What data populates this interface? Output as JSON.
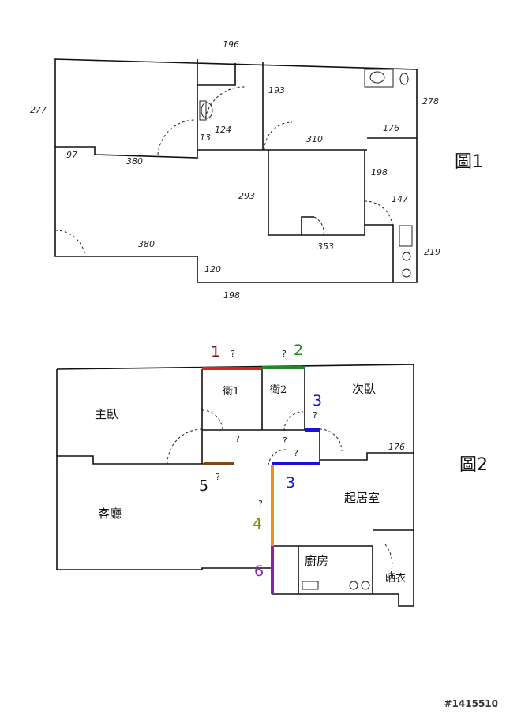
{
  "figure1": {
    "caption": "圖1",
    "dimensions": {
      "top_bath": "196",
      "left": "277",
      "right": "278",
      "bath_inner": "193",
      "bath_small": "13",
      "bath_width": "124",
      "lr_top": "380",
      "lr_notch": "97",
      "center_top": "310",
      "center_height": "293",
      "center_bottom": "353",
      "bottom": "380",
      "bottom_right": "198",
      "small_height": "120",
      "right_top": "176",
      "right_mid": "198",
      "right_lower": "147",
      "right_bottom": "219"
    }
  },
  "figure2": {
    "caption": "圖2",
    "rooms": {
      "master": "主臥",
      "bath1": "衛1",
      "bath2": "衛2",
      "second": "次臥",
      "living": "客廳",
      "family": "起居室",
      "kitchen": "廚房",
      "laundry": "晒衣"
    },
    "dimension_right_top": "176",
    "unknown_mark": "?",
    "markers": [
      {
        "label": "1",
        "color": "#e02020"
      },
      {
        "label": "2",
        "color": "#1f8a22"
      },
      {
        "label": "3",
        "color": "#1515d0"
      },
      {
        "label": "3",
        "color": "#1515d0"
      },
      {
        "label": "4",
        "color": "#f0901a"
      },
      {
        "label": "5",
        "color": "#7a4a14"
      },
      {
        "label": "6",
        "color": "#8a22b0"
      }
    ],
    "marker_label_colors": {
      "1": "#7a1010",
      "2": "#1f8a22",
      "3": "#1515d0",
      "4": "#8a8a10",
      "5": "#111111",
      "6": "#8a22b0"
    }
  },
  "watermark": "#1415510"
}
